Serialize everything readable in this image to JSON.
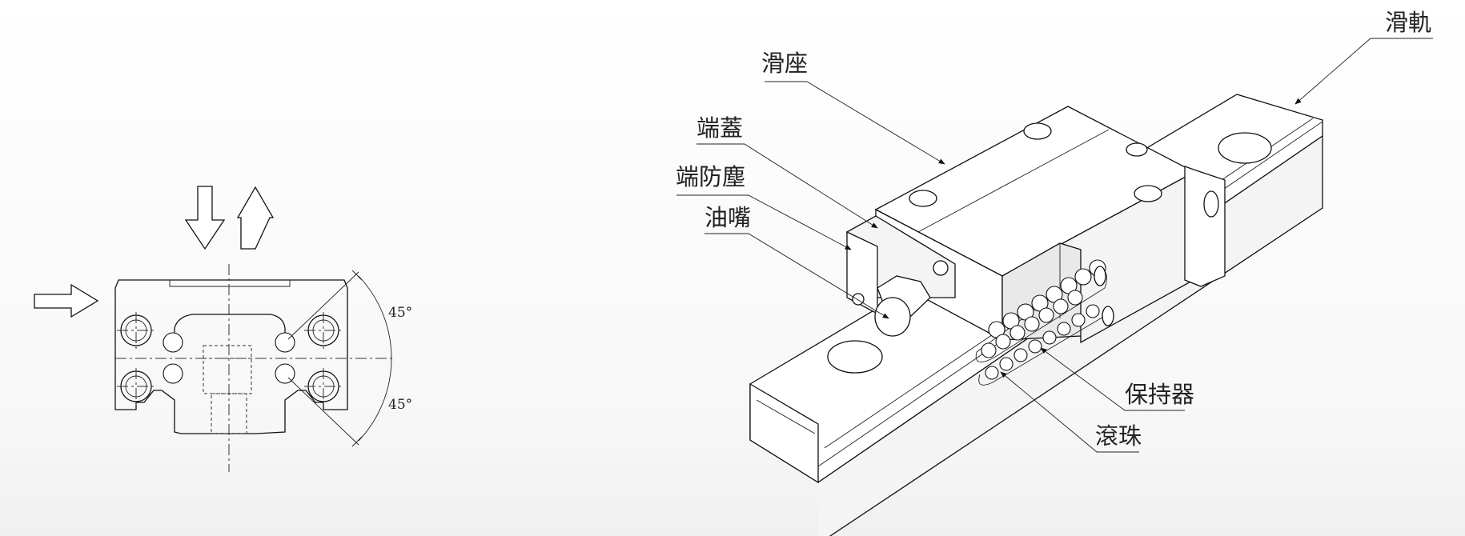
{
  "section_view": {
    "angle_top": "45°",
    "angle_bottom": "45°"
  },
  "perspective_view": {
    "labels": {
      "slider": "滑座",
      "rail": "滑軌",
      "end_cap": "端蓋",
      "end_seal": "端防塵",
      "grease_nipple": "油嘴",
      "retainer": "保持器",
      "balls": "滾珠"
    }
  }
}
